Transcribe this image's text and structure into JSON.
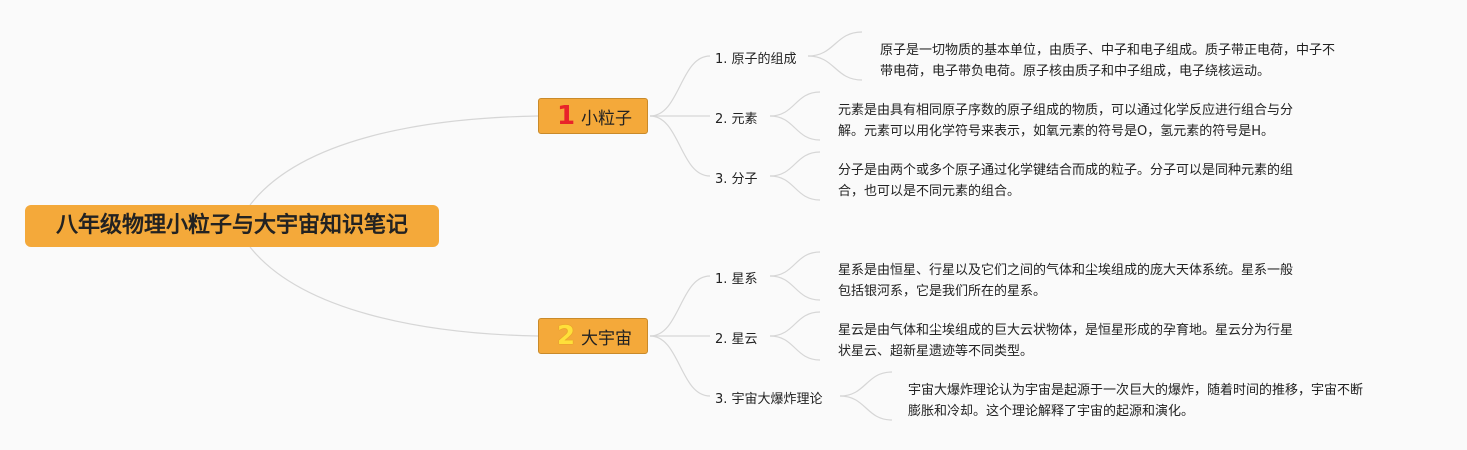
{
  "mindmap": {
    "title": "八年级物理小粒子与大宇宙知识笔记",
    "branches": [
      {
        "number": "1",
        "number_color": "#e8232a",
        "label": "小粒子",
        "topics": [
          {
            "label": "1. 原子的组成",
            "lines": [
              "原子是一切物质的基本单位，由质子、中子和电子组成。质子带正电荷，中子不",
              "带电荷，电子带负电荷。原子核由质子和中子组成，电子绕核运动。"
            ]
          },
          {
            "label": "2. 元素",
            "lines": [
              "元素是由具有相同原子序数的原子组成的物质，可以通过化学反应进行组合与分",
              "解。元素可以用化学符号来表示，如氧元素的符号是O，氢元素的符号是H。"
            ]
          },
          {
            "label": "3. 分子",
            "lines": [
              "分子是由两个或多个原子通过化学键结合而成的粒子。分子可以是同种元素的组",
              "合，也可以是不同元素的组合。"
            ]
          }
        ]
      },
      {
        "number": "2",
        "number_color": "#ffe03a",
        "label": "大宇宙",
        "topics": [
          {
            "label": "1. 星系",
            "lines": [
              "星系是由恒星、行星以及它们之间的气体和尘埃组成的庞大天体系统。星系一般",
              "包括银河系，它是我们所在的星系。"
            ]
          },
          {
            "label": "2. 星云",
            "lines": [
              "星云是由气体和尘埃组成的巨大云状物体，是恒星形成的孕育地。星云分为行星",
              "状星云、超新星遗迹等不同类型。"
            ]
          },
          {
            "label": "3. 宇宙大爆炸理论",
            "lines": [
              "宇宙大爆炸理论认为宇宙是起源于一次巨大的爆炸，随着时间的推移，宇宙不断",
              "膨胀和冷却。这个理论解释了宇宙的起源和演化。"
            ]
          }
        ]
      }
    ],
    "colors": {
      "node_fill": "#f4a93a",
      "link": "#d8d8d8",
      "background": "#fafafa"
    }
  }
}
